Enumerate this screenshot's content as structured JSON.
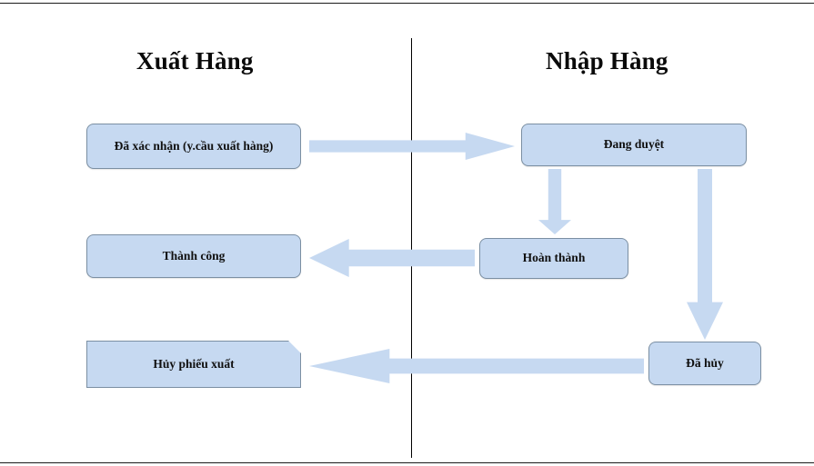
{
  "diagram": {
    "title": "Xuất Hàng / Nhập Hàng state flow",
    "lanes": [
      {
        "id": "export",
        "title": "Xuất Hàng"
      },
      {
        "id": "import",
        "title": "Nhập Hàng"
      }
    ],
    "colors": {
      "node_fill": "#c6d9f1",
      "node_border": "#7b8fa3",
      "arrow_fill": "#c6d9f1",
      "arrow_border": "#7b8fa3",
      "divider": "#000000",
      "text": "#101010",
      "background": "#ffffff"
    },
    "nodes": [
      {
        "id": "confirmed",
        "lane": "export",
        "label": "Đã xác nhận (y.cầu xuất hàng)",
        "shape": "rounded-rect"
      },
      {
        "id": "approving",
        "lane": "import",
        "label": "Đang duyệt",
        "shape": "rounded-rect"
      },
      {
        "id": "success",
        "lane": "export",
        "label": "Thành công",
        "shape": "rounded-rect"
      },
      {
        "id": "completed",
        "lane": "import",
        "label": "Hoàn thành",
        "shape": "rounded-rect"
      },
      {
        "id": "cancelled",
        "lane": "import",
        "label": "Đã hủy",
        "shape": "rounded-rect"
      },
      {
        "id": "voided",
        "lane": "export",
        "label": "Hủy phiếu xuất",
        "shape": "snipped-corner-rect"
      }
    ],
    "edges": [
      {
        "id": "confirm-to-approve",
        "from": "confirmed",
        "to": "approving",
        "direction": "right",
        "label": ""
      },
      {
        "id": "approve-to-completed",
        "from": "approving",
        "to": "completed",
        "direction": "down",
        "label": ""
      },
      {
        "id": "approve-to-cancelled",
        "from": "approving",
        "to": "cancelled",
        "direction": "down",
        "label": ""
      },
      {
        "id": "completed-to-success",
        "from": "completed",
        "to": "success",
        "direction": "left",
        "label": ""
      },
      {
        "id": "cancelled-to-voided",
        "from": "cancelled",
        "to": "voided",
        "direction": "left",
        "label": ""
      }
    ]
  }
}
